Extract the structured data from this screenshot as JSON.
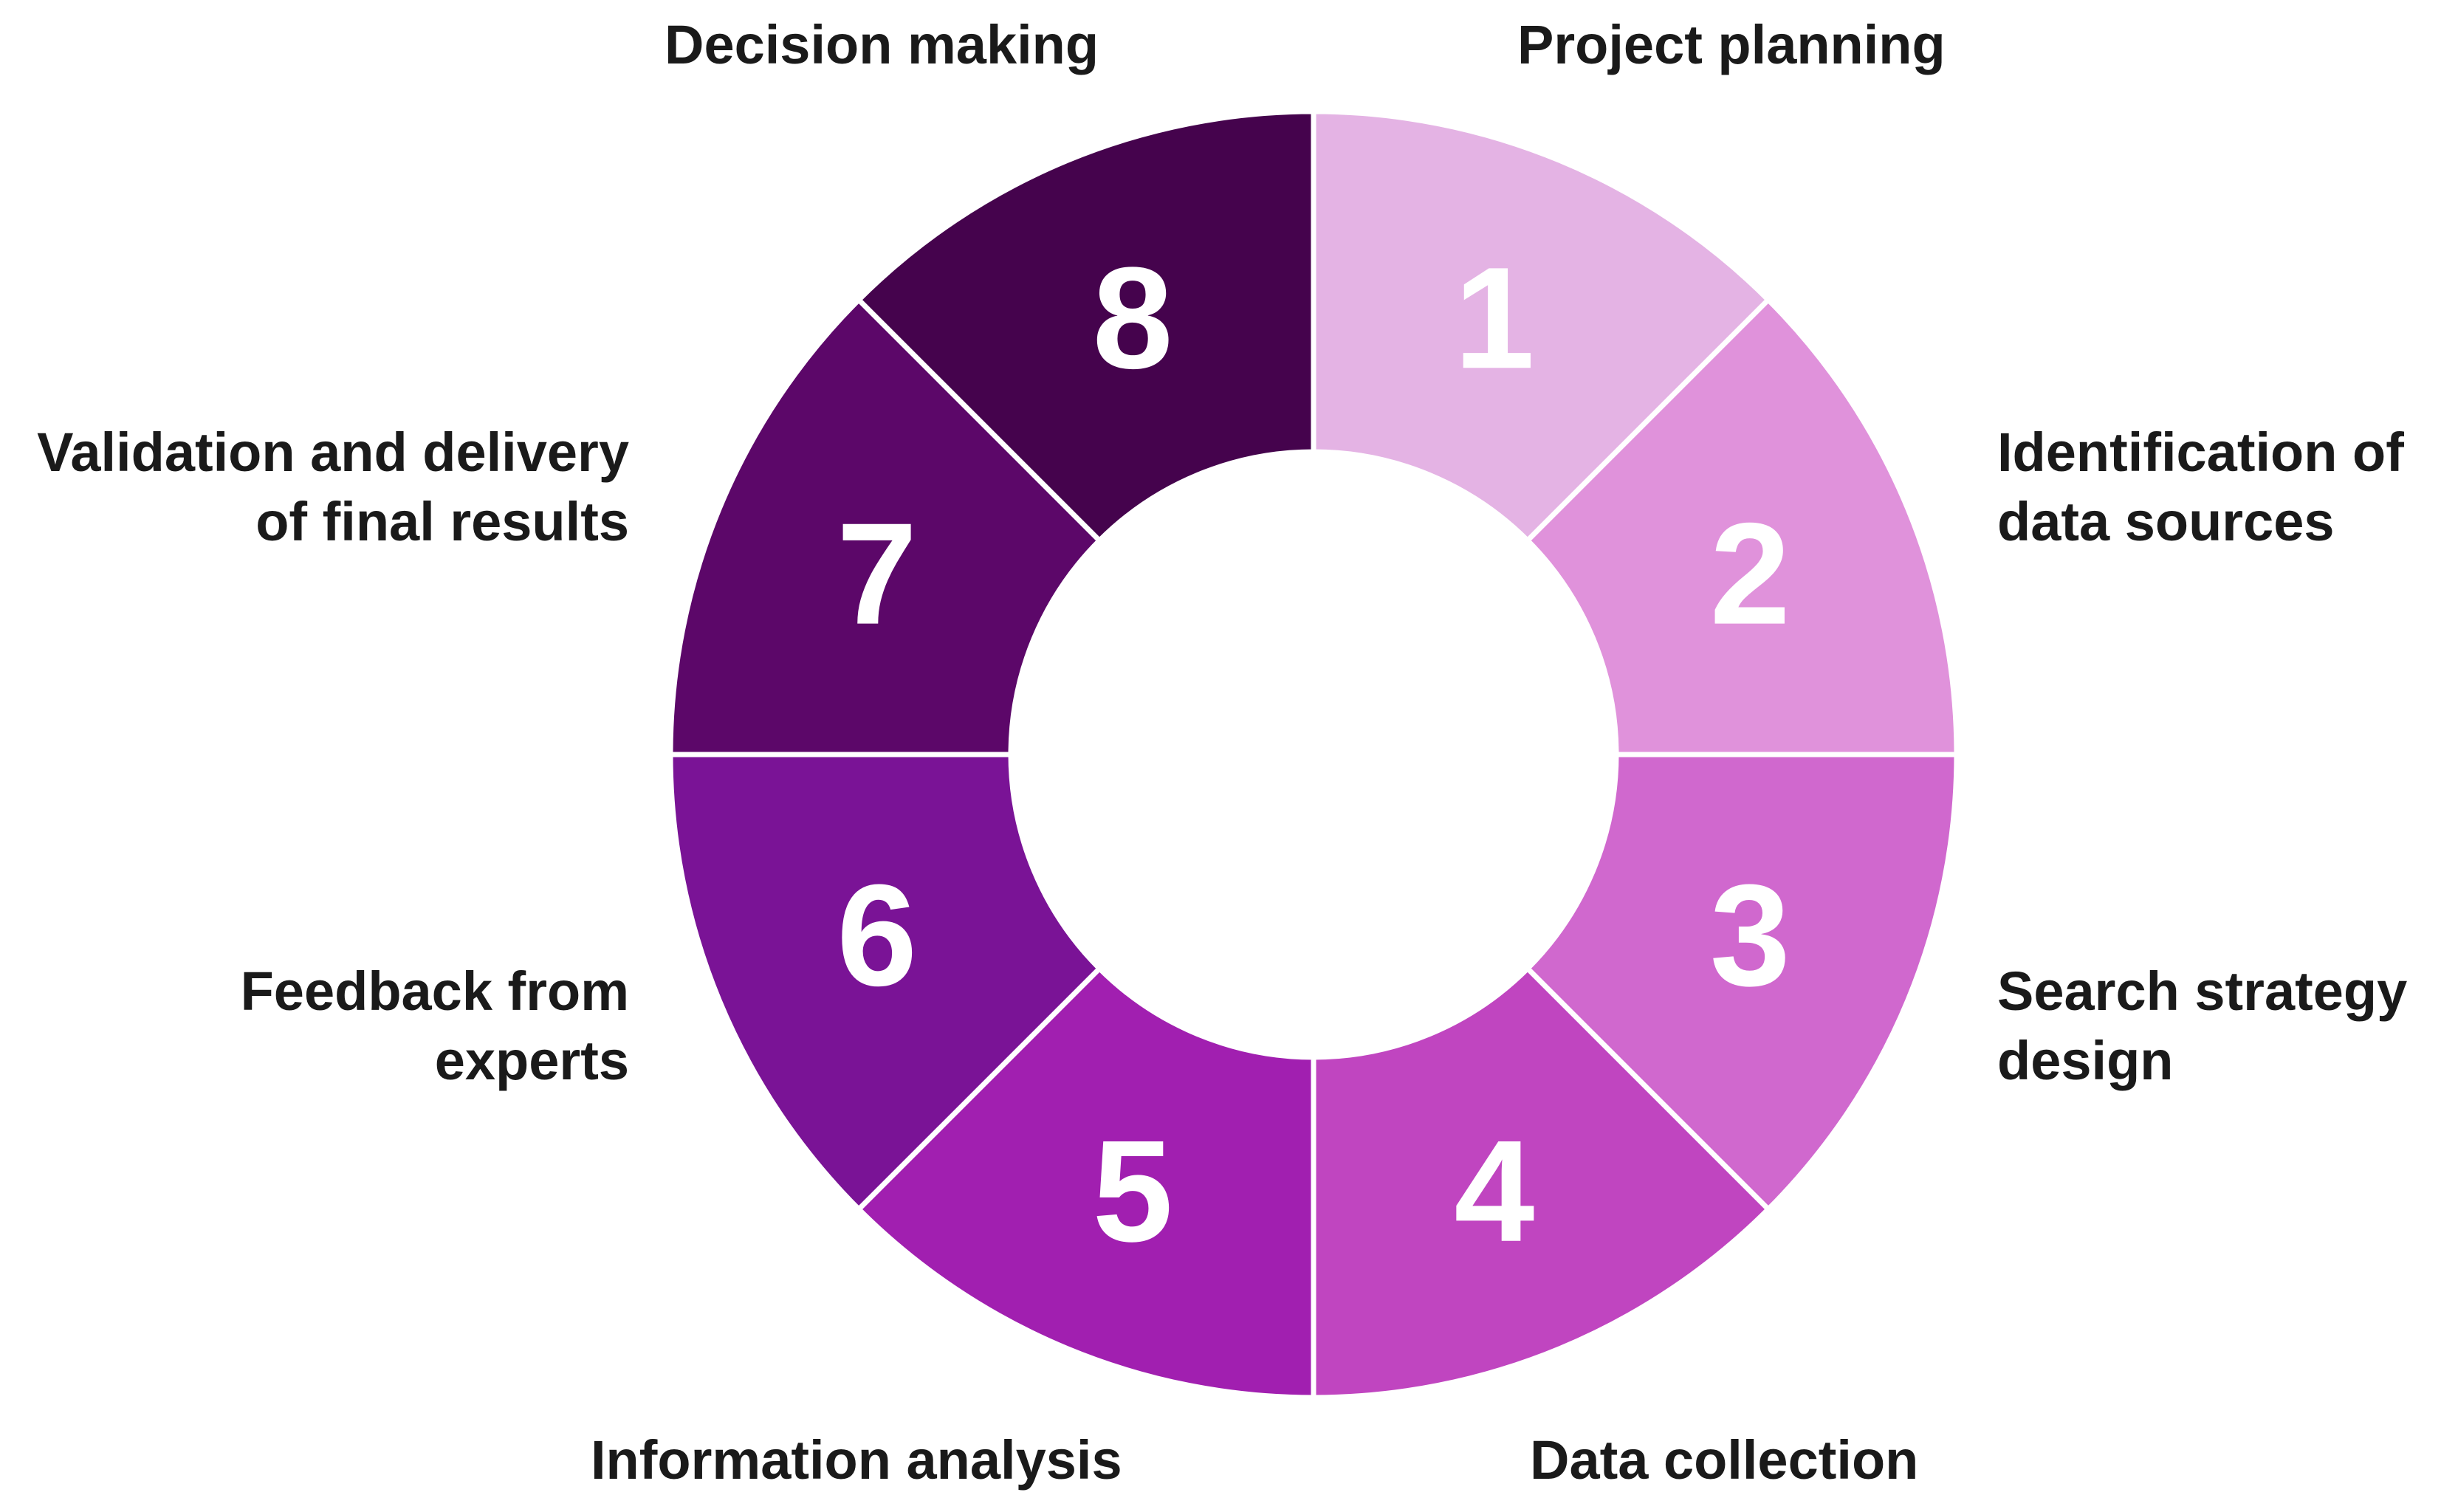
{
  "steps": [
    {
      "number": "1",
      "color": "#e4b3e4",
      "lines": [
        "Project planning"
      ]
    },
    {
      "number": "2",
      "color": "#e092db",
      "lines": [
        "Identification of",
        "data sources"
      ]
    },
    {
      "number": "3",
      "color": "#d068ce",
      "lines": [
        "Search strategy",
        "design"
      ]
    },
    {
      "number": "4",
      "color": "#c045c0",
      "lines": [
        "Data collection"
      ]
    },
    {
      "number": "5",
      "color": "#a11fb0",
      "lines": [
        "Information analysis"
      ]
    },
    {
      "number": "6",
      "color": "#7a1396",
      "lines": [
        "Feedback from",
        "experts"
      ]
    },
    {
      "number": "7",
      "color": "#5c0769",
      "lines": [
        "Validation and delivery",
        "of final results"
      ]
    },
    {
      "number": "8",
      "color": "#45034d",
      "lines": [
        "Decision making"
      ]
    }
  ]
}
